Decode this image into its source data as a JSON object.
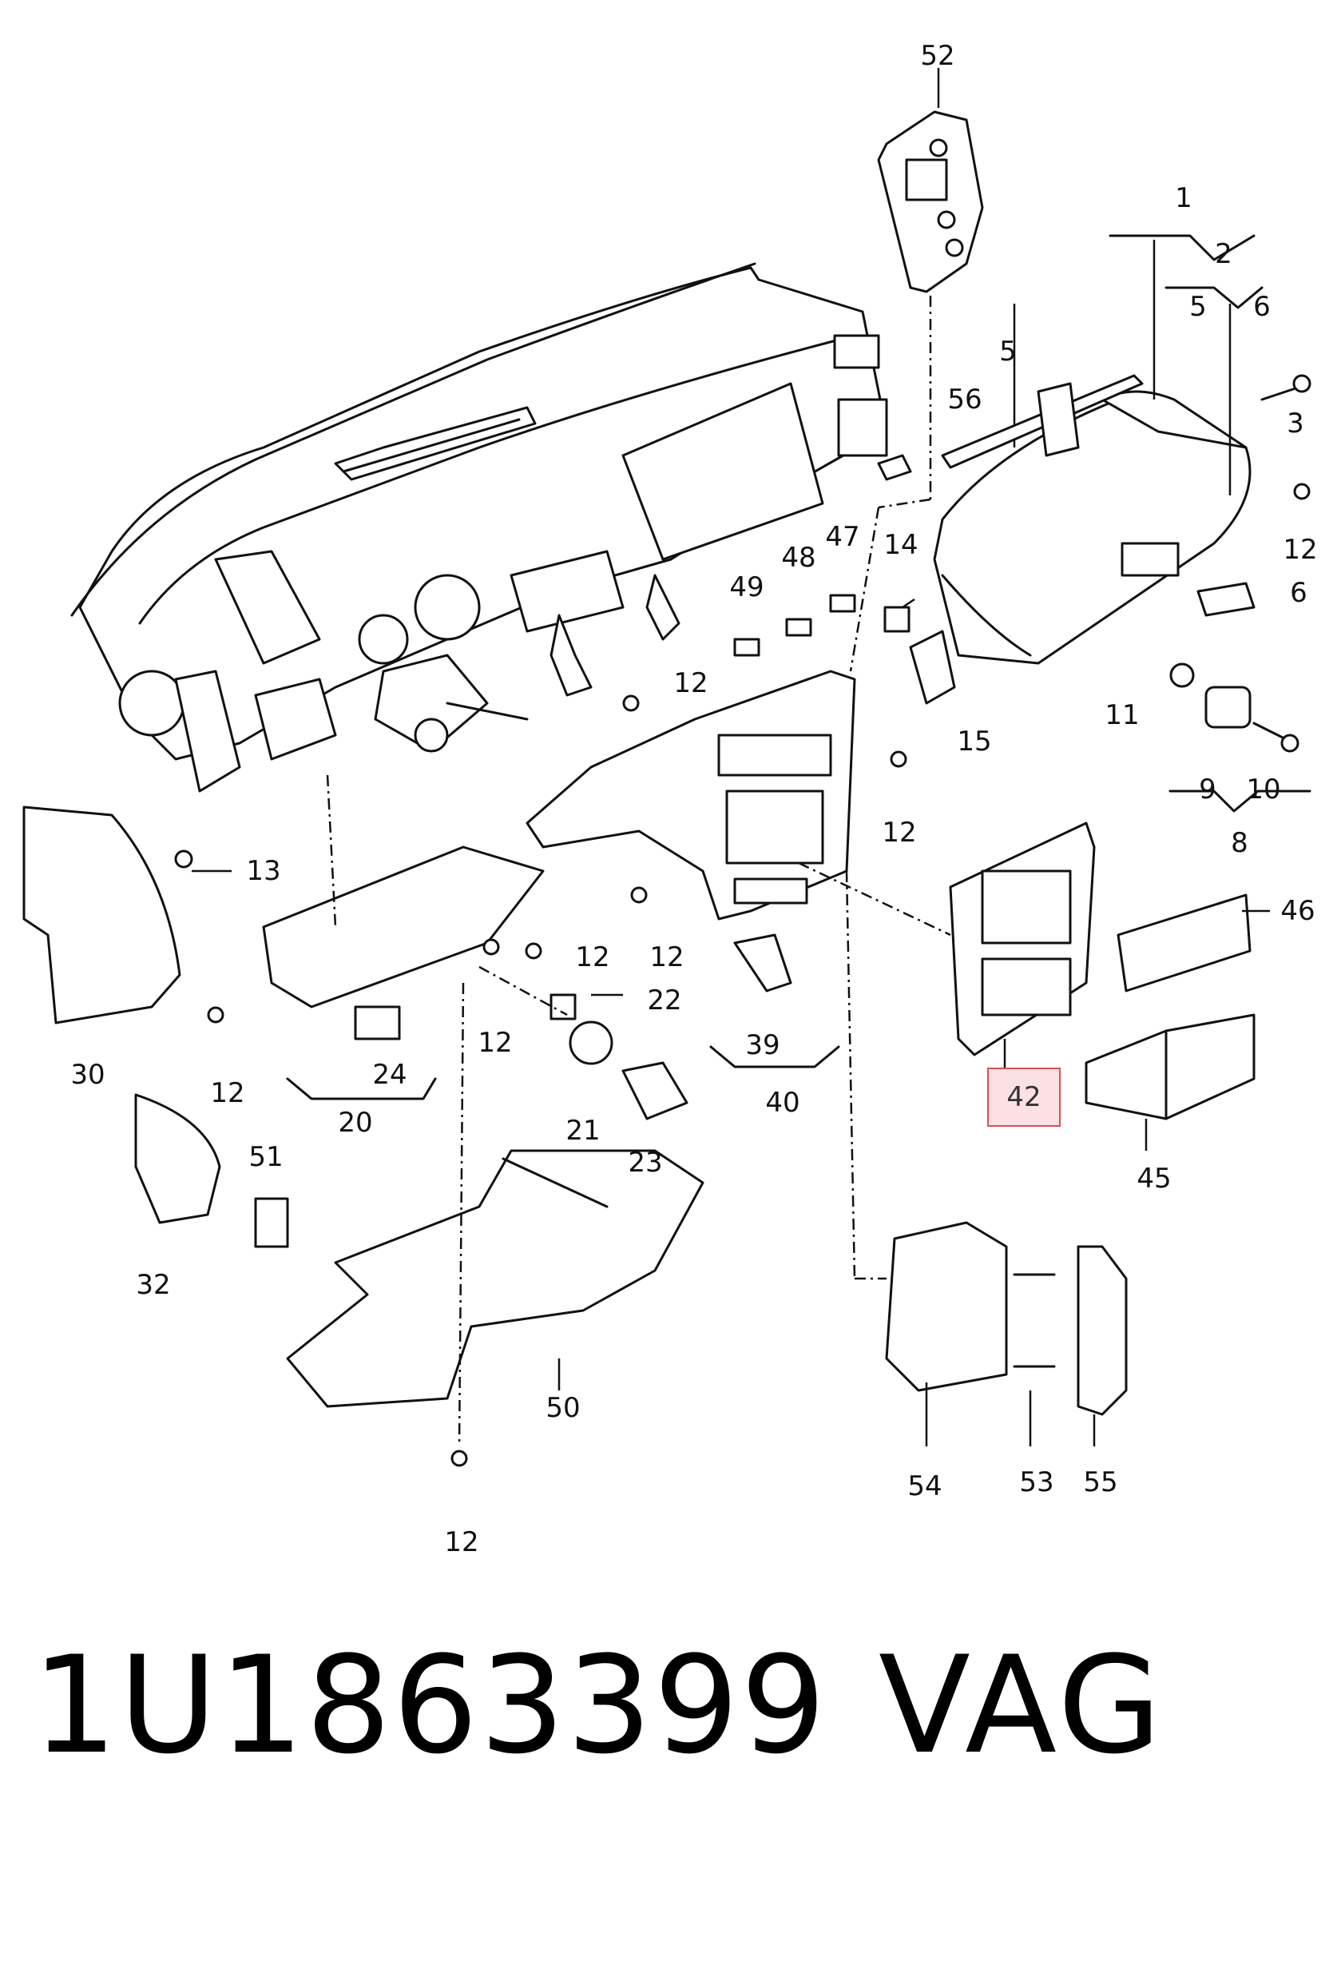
{
  "callouts": {
    "c52": "52",
    "c1": "1",
    "c2": "2",
    "c5a": "5",
    "c6a": "6",
    "c5b": "5",
    "c56": "56",
    "c3": "3",
    "c12a": "12",
    "c14": "14",
    "c6b": "6",
    "c49": "49",
    "c48": "48",
    "c47": "47",
    "c12b": "12",
    "c15": "15",
    "c11": "11",
    "c9": "9",
    "c10": "10",
    "c8": "8",
    "c12c": "12",
    "c13": "13",
    "c46": "46",
    "c12d": "12",
    "c12e": "12",
    "c22": "22",
    "c12f": "12",
    "c39": "39",
    "c30": "30",
    "c12g": "12",
    "c24": "24",
    "c42": "42",
    "c20": "20",
    "c21": "21",
    "c40": "40",
    "c23": "23",
    "c45": "45",
    "c51": "51",
    "c32": "32",
    "c50": "50",
    "c54": "54",
    "c53": "53",
    "c55": "55",
    "c12h": "12"
  },
  "highlight_color": "#d9504f",
  "footer": {
    "part_number": "1U1863399",
    "brand": "VAG"
  }
}
